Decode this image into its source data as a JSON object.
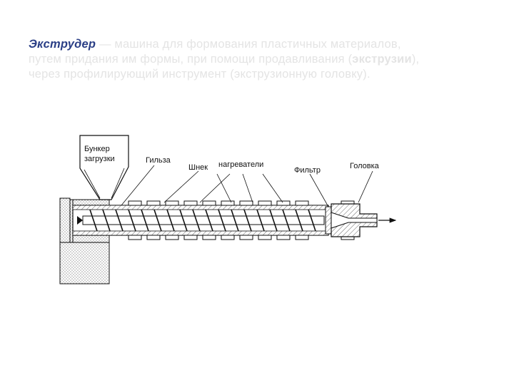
{
  "definition": {
    "term": "Экструдер",
    "line1_rest": " — машина для формования пластичных материалов,",
    "line2_start": "путем придания им формы, при помощи продавливания (",
    "line2_bold": "экструзии",
    "line2_end": "),",
    "line3": "через профилирующий инструмент (экструзионную головку)."
  },
  "diagram": {
    "labels": {
      "hopper_line1": "Бункер",
      "hopper_line2": "загрузки",
      "sleeve": "Гильза",
      "screw": "Шнек",
      "heaters": "нагреватели",
      "filter": "Фильтр",
      "head": "Головка"
    },
    "colors": {
      "line": "#111111",
      "stipple": "#9a9a9a"
    }
  }
}
